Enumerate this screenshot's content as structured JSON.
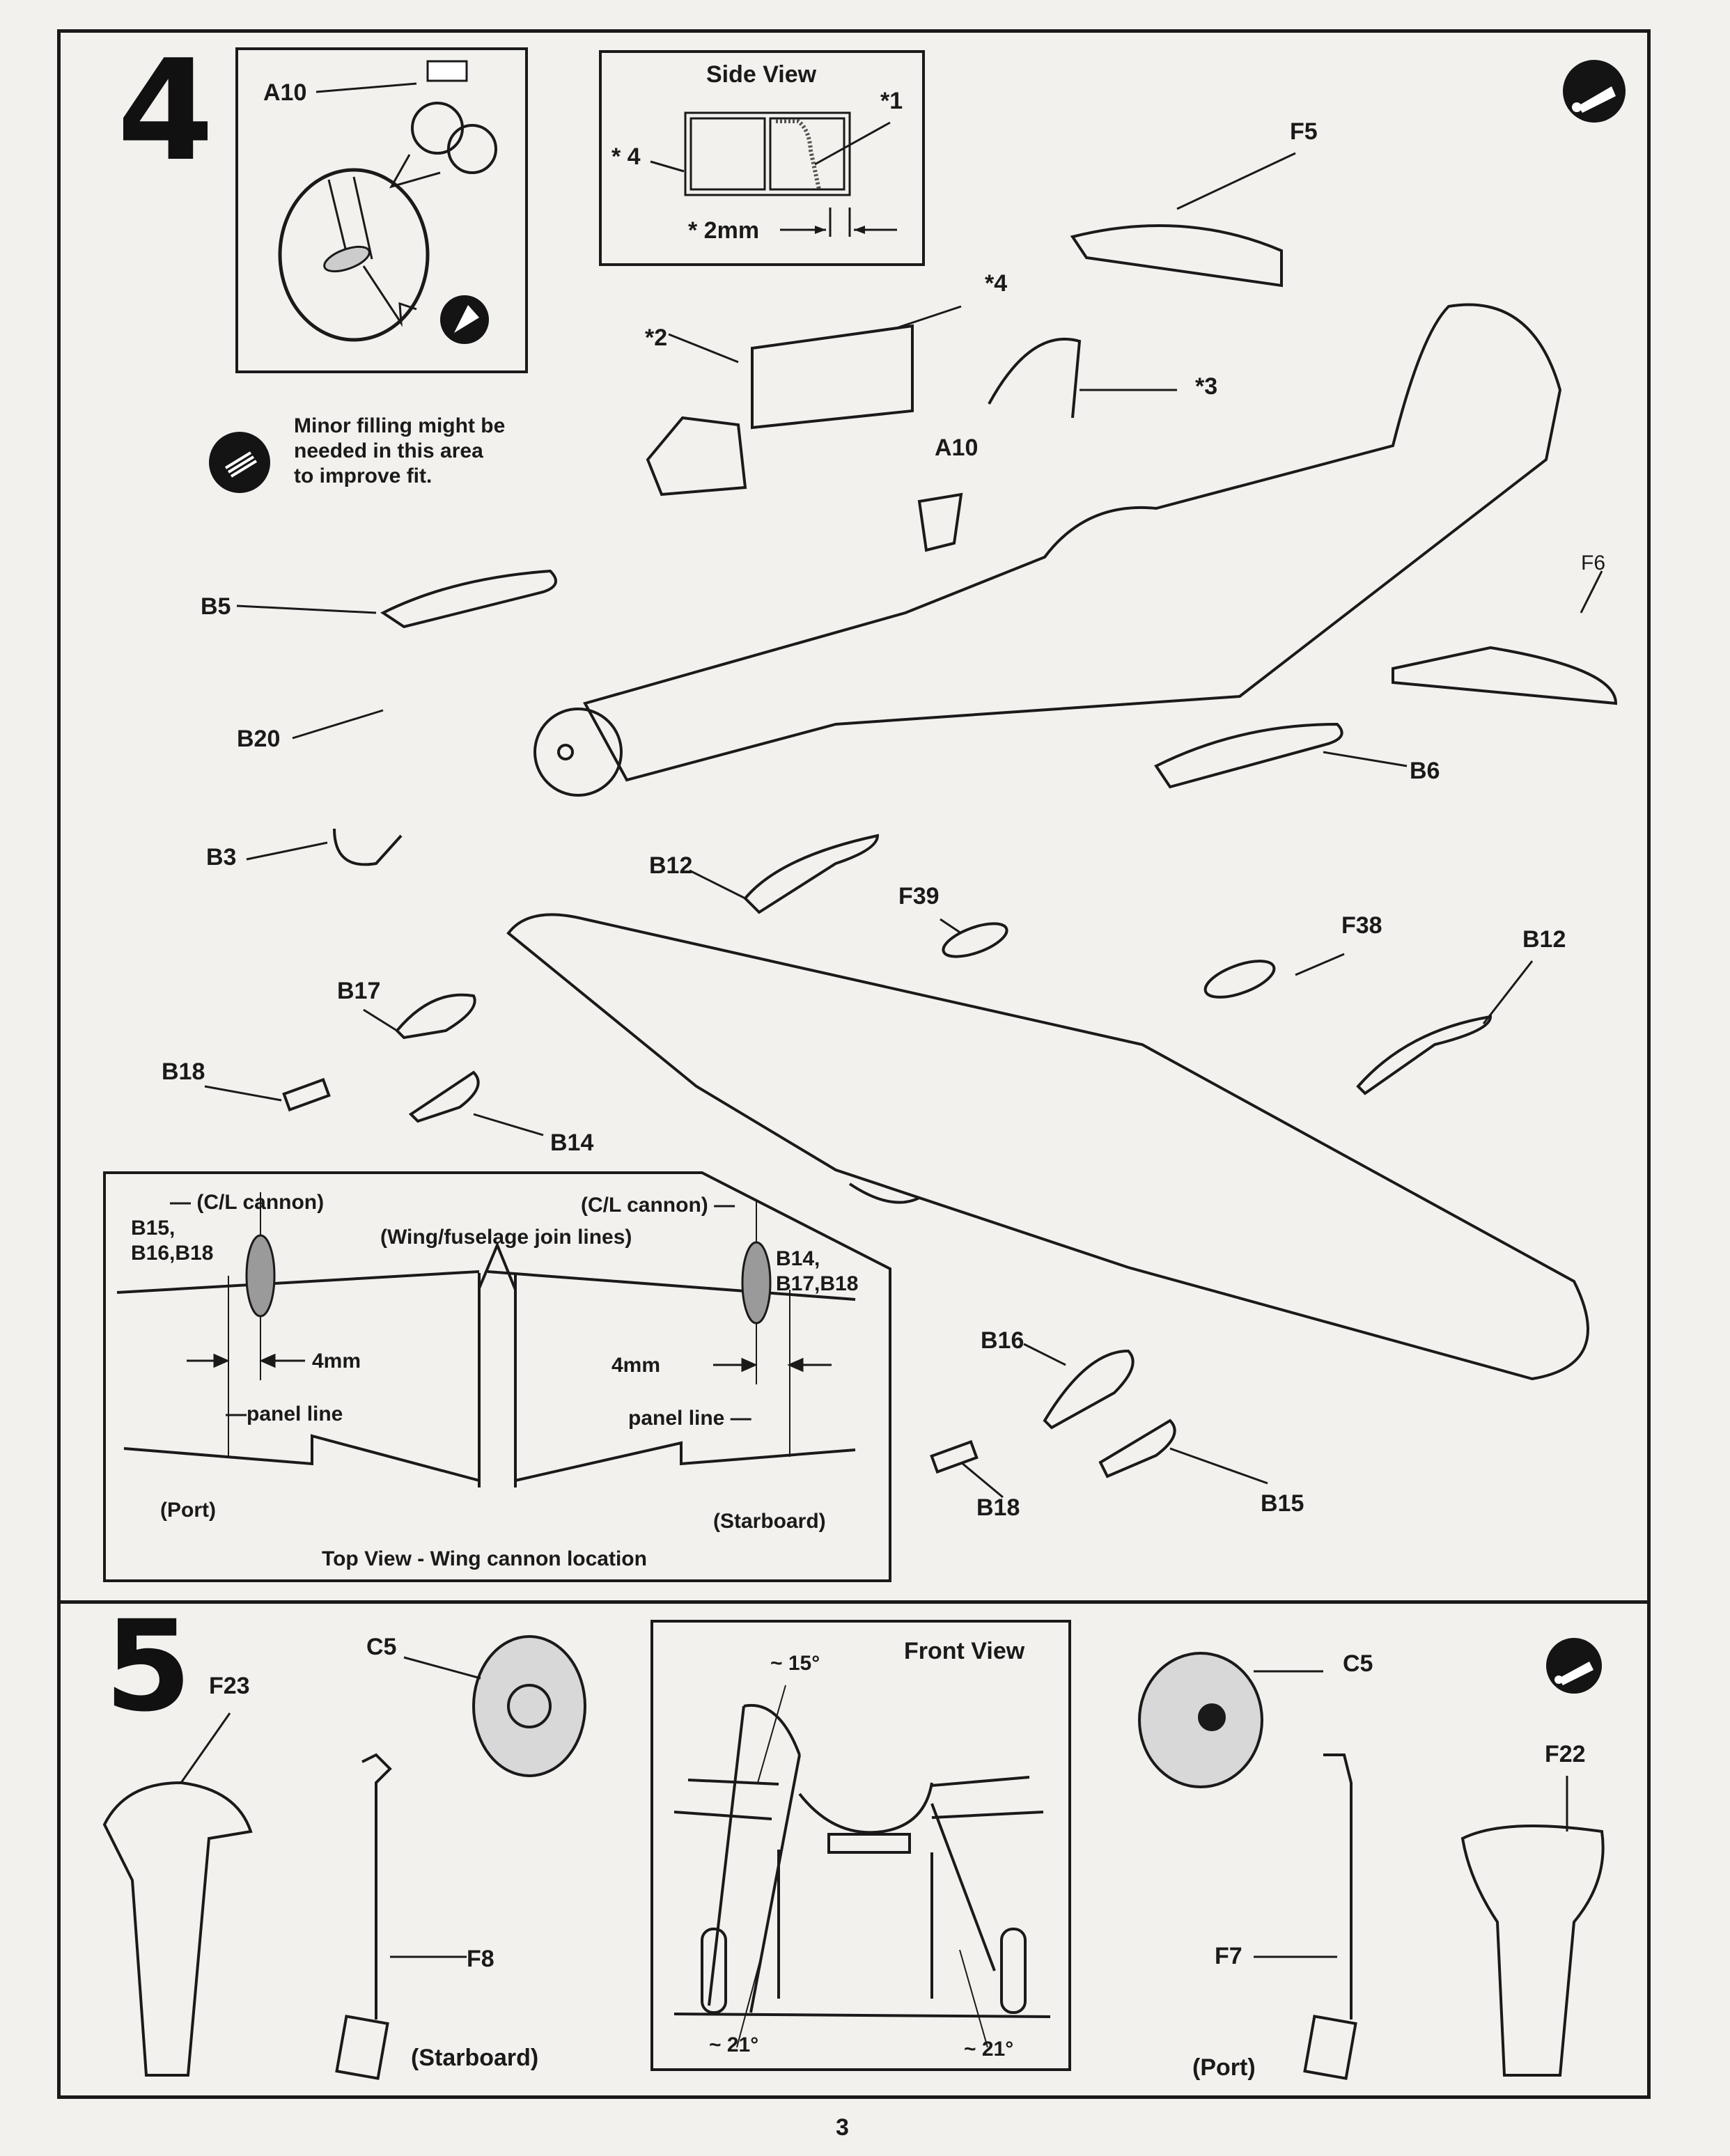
{
  "page": {
    "number": "3"
  },
  "steps": [
    {
      "number": "4",
      "inset_glue": {
        "part_label": "A10",
        "icon": "glue-applicator-icon"
      },
      "inset_side_view": {
        "title": "Side View",
        "label_1": "*1",
        "label_4": "* 4",
        "dimension": "* 2mm"
      },
      "note": {
        "icon": "filler-putty-icon",
        "lines": [
          "Minor filling might be",
          "needed in this area",
          "to improve fit."
        ]
      },
      "paint_icon": "paint-tube-icon",
      "part_labels": {
        "F5": "F5",
        "star4": "*4",
        "star2": "*2",
        "star3": "*3",
        "A10": "A10",
        "F6": "F6",
        "B5": "B5",
        "B20": "B20",
        "B6": "B6",
        "B3": "B3",
        "B12_left": "B12",
        "F39": "F39",
        "F38": "F38",
        "B12_right": "B12",
        "B17": "B17",
        "B18_left": "B18",
        "B14": "B14",
        "B16": "B16",
        "B18_right": "B18",
        "B15": "B15"
      },
      "inset_top_view": {
        "caption": "Top View - Wing cannon location",
        "cl_cannon_left": "— (C/L cannon)",
        "cl_cannon_right": "(C/L cannon) —",
        "join_lines": "(Wing/fuselage join lines)",
        "parts_left": [
          "B15,",
          "B16,B18"
        ],
        "parts_right": [
          "B14,",
          "B17,B18"
        ],
        "dim_left": "4mm",
        "dim_right": "4mm",
        "panel_line_left": "—panel line",
        "panel_line_right": "panel line —",
        "port": "(Port)",
        "starboard": "(Starboard)"
      }
    },
    {
      "number": "5",
      "part_labels": {
        "F23": "F23",
        "C5_left": "C5",
        "F8": "F8",
        "starboard": "(Starboard)",
        "C5_right": "C5",
        "F22": "F22",
        "F7": "F7",
        "port": "(Port)"
      },
      "paint_icon": "paint-tube-icon",
      "inset_front_view": {
        "title": "Front View",
        "angle_top": "~ 15°",
        "angle_left": "~ 21°",
        "angle_right": "~ 21°"
      }
    }
  ]
}
